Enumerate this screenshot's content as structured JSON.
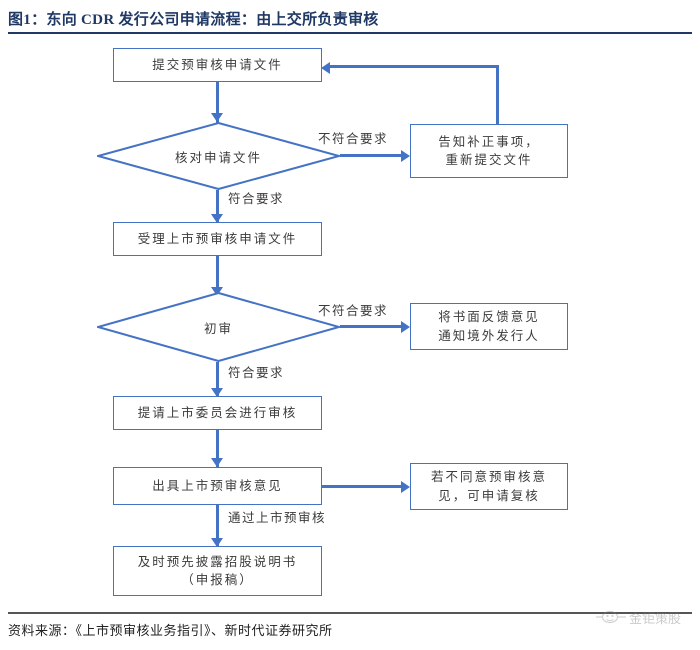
{
  "figure": {
    "title": "图1：东向 CDR 发行公司申请流程：由上交所负责审核",
    "source": "资料来源：《上市预审核业务指引》、新时代证券研究所",
    "watermark": "金钜策股",
    "accent_color": "#4472C4",
    "title_color": "#1F3864",
    "text_color": "#3b3b3b"
  },
  "chart_data": {
    "type": "diagram",
    "title": "图1：东向 CDR 发行公司申请流程：由上交所负责审核",
    "nodes": [
      {
        "id": "n1",
        "shape": "box",
        "label": "提交预审核申请文件"
      },
      {
        "id": "d1",
        "shape": "diamond",
        "label": "核对申请文件"
      },
      {
        "id": "n2",
        "shape": "box",
        "label_line1": "告知补正事项，",
        "label_line2": "重新提交文件"
      },
      {
        "id": "n3",
        "shape": "box",
        "label": "受理上市预审核申请文件"
      },
      {
        "id": "d2",
        "shape": "diamond",
        "label": "初审"
      },
      {
        "id": "n4",
        "shape": "box",
        "label_line1": "将书面反馈意见",
        "label_line2": "通知境外发行人"
      },
      {
        "id": "n5",
        "shape": "box",
        "label": "提请上市委员会进行审核"
      },
      {
        "id": "n6",
        "shape": "box",
        "label": "出具上市预审核意见"
      },
      {
        "id": "n7",
        "shape": "box",
        "label_line1": "若不同意预审核意",
        "label_line2": "见，可申请复核"
      },
      {
        "id": "n8",
        "shape": "box",
        "label_line1": "及时预先披露招股说明书",
        "label_line2": "（申报稿）"
      }
    ],
    "edges": [
      {
        "from": "n1",
        "to": "d1",
        "label": ""
      },
      {
        "from": "d1",
        "to": "n2",
        "label": "不符合要求"
      },
      {
        "from": "n2",
        "to": "n1",
        "label": ""
      },
      {
        "from": "d1",
        "to": "n3",
        "label": "符合要求"
      },
      {
        "from": "n3",
        "to": "d2",
        "label": ""
      },
      {
        "from": "d2",
        "to": "n4",
        "label": "不符合要求"
      },
      {
        "from": "d2",
        "to": "n5",
        "label": "符合要求"
      },
      {
        "from": "n5",
        "to": "n6",
        "label": ""
      },
      {
        "from": "n6",
        "to": "n7",
        "label": ""
      },
      {
        "from": "n6",
        "to": "n8",
        "label": "通过上市预审核"
      }
    ],
    "edge_labels": {
      "not_qualified_1": "不符合要求",
      "qualified_1": "符合要求",
      "not_qualified_2": "不符合要求",
      "qualified_2": "符合要求",
      "passed": "通过上市预审核"
    }
  }
}
